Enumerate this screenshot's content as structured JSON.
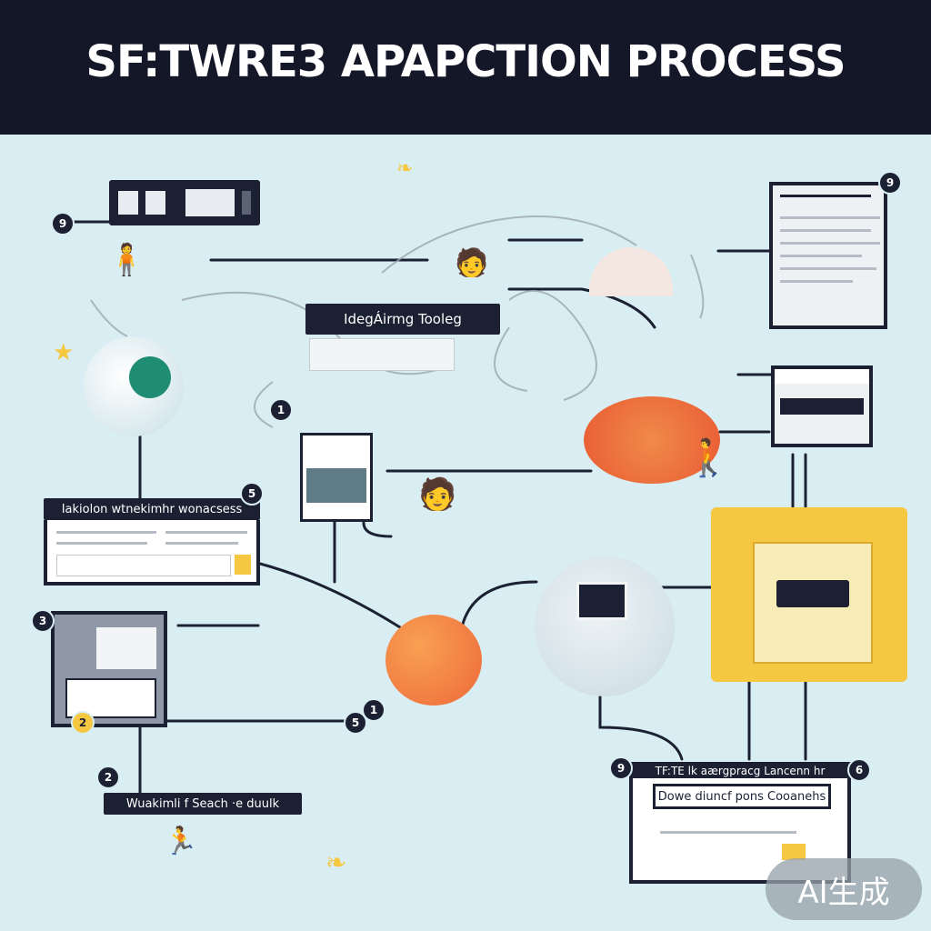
{
  "title": "SF:TWRE3 APAPCTION PROCESS",
  "labels": {
    "ideation_bar": "IdegÁirmg Tooleg",
    "left_panel_title": "Iakiolon wtnekimhr wonacsess",
    "search_bar": "Wuakimli f Seach ·e duulk",
    "bottom_box_title": "TF:TE lk aærgpracg Lancenn hr",
    "bottom_box_sub": "Dowe diuncf pons Cooanehs"
  },
  "badges": [
    "9",
    "1",
    "5",
    "3",
    "2",
    "1",
    "5",
    "2",
    "9",
    "6",
    "9"
  ],
  "watermark": "AI生成",
  "colors": {
    "header_bg": "#141728",
    "canvas_bg": "#d9eef3",
    "dark": "#1c2033",
    "accent_yellow": "#f6c842",
    "accent_orange": "#ee6a3a",
    "accent_teal": "#1f8c74"
  }
}
